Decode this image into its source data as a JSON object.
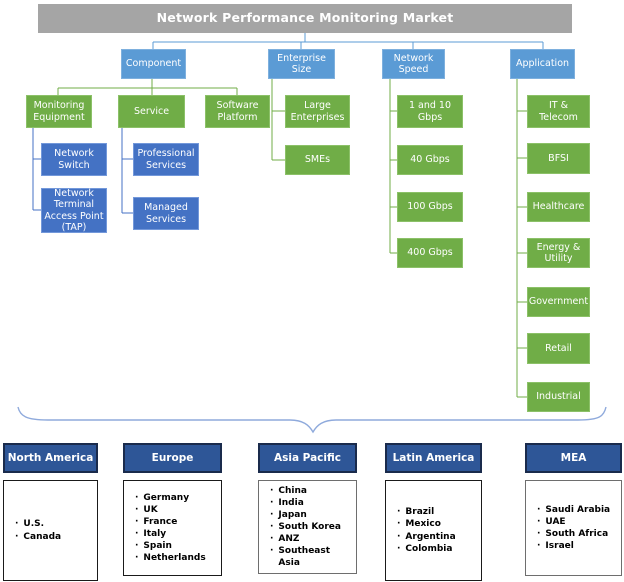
{
  "tree": {
    "root": "Network Performance Monitoring Market",
    "branches": [
      {
        "label": "Component",
        "children": [
          {
            "label": "Monitoring Equipment",
            "children": [
              {
                "label": "Network Switch"
              },
              {
                "label": "Network Terminal Access Point (TAP)"
              }
            ]
          },
          {
            "label": "Service",
            "children": [
              {
                "label": "Professional Services"
              },
              {
                "label": "Managed Services"
              }
            ]
          },
          {
            "label": "Software Platform",
            "children": []
          }
        ]
      },
      {
        "label": "Enterprise Size",
        "children": [
          {
            "label": "Large Enterprises"
          },
          {
            "label": "SMEs"
          }
        ]
      },
      {
        "label": "Network Speed",
        "children": [
          {
            "label": "1 and 10 Gbps"
          },
          {
            "label": "40 Gbps"
          },
          {
            "label": "100 Gbps"
          },
          {
            "label": "400 Gbps"
          }
        ]
      },
      {
        "label": "Application",
        "children": [
          {
            "label": "IT & Telecom"
          },
          {
            "label": "BFSI"
          },
          {
            "label": "Healthcare"
          },
          {
            "label": "Energy & Utility"
          },
          {
            "label": "Government"
          },
          {
            "label": "Retail"
          },
          {
            "label": "Industrial"
          }
        ]
      }
    ]
  },
  "regions": [
    {
      "label": "North America",
      "countries": [
        "U.S.",
        "Canada"
      ]
    },
    {
      "label": "Europe",
      "countries": [
        "Germany",
        "UK",
        "France",
        "Italy",
        "Spain",
        "Netherlands"
      ]
    },
    {
      "label": "Asia Pacific",
      "countries": [
        "China",
        "India",
        "Japan",
        "South Korea",
        "ANZ",
        "Southeast Asia"
      ]
    },
    {
      "label": "Latin America",
      "countries": [
        "Brazil",
        "Mexico",
        "Argentina",
        "Colombia"
      ]
    },
    {
      "label": "MEA",
      "countries": [
        "Saudi Arabia",
        "UAE",
        "South Africa",
        "Israel"
      ]
    }
  ],
  "icons": {
    "bullet": "·"
  },
  "colors": {
    "root_fill": "#A5A5A5",
    "branch_fill": "#5B9BD5",
    "leaf_green_fill": "#70AD47",
    "leaf_blue_fill": "#4472C4",
    "region_header_fill": "#2E5697",
    "connector_blue": "#5B9BD5",
    "connector_child_blue": "#4472C4",
    "connector_green": "#70AD47",
    "brace_blue": "#8FAADC",
    "text_on_fill": "#FFFFFF",
    "list_text": "#000000"
  }
}
